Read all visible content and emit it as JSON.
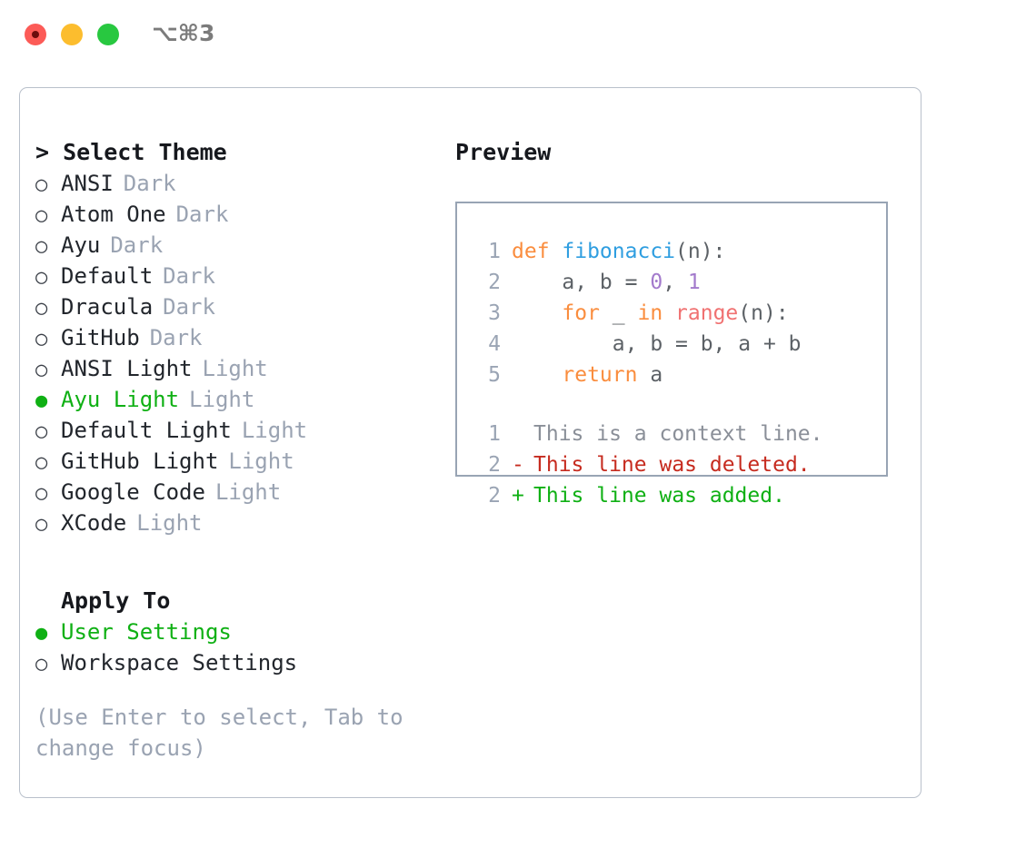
{
  "titlebar": {
    "shortcut": "⌥⌘3",
    "buttons": [
      {
        "name": "close",
        "color": "#fc5b57"
      },
      {
        "name": "minimize",
        "color": "#fcbd2e"
      },
      {
        "name": "maximize",
        "color": "#28c840"
      }
    ]
  },
  "theme_section": {
    "header": "> Select Theme",
    "options": [
      {
        "marker": "○",
        "label": "ANSI",
        "tag": "Dark",
        "selected": false
      },
      {
        "marker": "○",
        "label": "Atom One",
        "tag": "Dark",
        "selected": false
      },
      {
        "marker": "○",
        "label": "Ayu",
        "tag": "Dark",
        "selected": false
      },
      {
        "marker": "○",
        "label": "Default",
        "tag": "Dark",
        "selected": false
      },
      {
        "marker": "○",
        "label": "Dracula",
        "tag": "Dark",
        "selected": false
      },
      {
        "marker": "○",
        "label": "GitHub",
        "tag": "Dark",
        "selected": false
      },
      {
        "marker": "○",
        "label": "ANSI Light",
        "tag": "Light",
        "selected": false
      },
      {
        "marker": "●",
        "label": "Ayu Light",
        "tag": "Light",
        "selected": true
      },
      {
        "marker": "○",
        "label": "Default Light",
        "tag": "Light",
        "selected": false
      },
      {
        "marker": "○",
        "label": "GitHub Light",
        "tag": "Light",
        "selected": false
      },
      {
        "marker": "○",
        "label": "Google Code",
        "tag": "Light",
        "selected": false
      },
      {
        "marker": "○",
        "label": "XCode",
        "tag": "Light",
        "selected": false
      }
    ]
  },
  "apply_section": {
    "header": "Apply To",
    "options": [
      {
        "marker": "●",
        "label": "User Settings",
        "selected": true
      },
      {
        "marker": "○",
        "label": "Workspace Settings",
        "selected": false
      }
    ]
  },
  "hint": "(Use Enter to select, Tab to change focus)",
  "preview": {
    "title": "Preview",
    "code_lines": [
      {
        "lineno": "1",
        "tokens": [
          {
            "text": "def ",
            "kind": "kw"
          },
          {
            "text": "fibonacci",
            "kind": "fn"
          },
          {
            "text": "(n):",
            "kind": "plain"
          }
        ]
      },
      {
        "lineno": "2",
        "tokens": [
          {
            "text": "    a, b = ",
            "kind": "plain"
          },
          {
            "text": "0",
            "kind": "num"
          },
          {
            "text": ", ",
            "kind": "plain"
          },
          {
            "text": "1",
            "kind": "num"
          }
        ]
      },
      {
        "lineno": "3",
        "tokens": [
          {
            "text": "    ",
            "kind": "plain"
          },
          {
            "text": "for",
            "kind": "kw"
          },
          {
            "text": " _ ",
            "kind": "plain"
          },
          {
            "text": "in",
            "kind": "kw"
          },
          {
            "text": " ",
            "kind": "plain"
          },
          {
            "text": "range",
            "kind": "call"
          },
          {
            "text": "(n):",
            "kind": "plain"
          }
        ]
      },
      {
        "lineno": "4",
        "tokens": [
          {
            "text": "        a, b = b, a + b",
            "kind": "plain"
          }
        ]
      },
      {
        "lineno": "5",
        "tokens": [
          {
            "text": "    ",
            "kind": "plain"
          },
          {
            "text": "return",
            "kind": "kw"
          },
          {
            "text": " a",
            "kind": "plain"
          }
        ]
      }
    ],
    "diff_lines": [
      {
        "lineno": "1",
        "sign": " ",
        "text": "This is a context line.",
        "kind": "ctx"
      },
      {
        "lineno": "2",
        "sign": "-",
        "text": "This line was deleted.",
        "kind": "del"
      },
      {
        "lineno": "2",
        "sign": "+",
        "text": "This line was added.",
        "kind": "add"
      }
    ]
  },
  "colors": {
    "accent_green": "#0fb014",
    "keyword_orange": "#fa8d3e",
    "function_blue": "#2f9ee0",
    "number_purple": "#a37acc",
    "call_red": "#f07171",
    "diff_delete": "#c62b1f",
    "diff_add": "#0fb014",
    "muted": "#9aa3b2",
    "border": "#b9c0cb"
  }
}
